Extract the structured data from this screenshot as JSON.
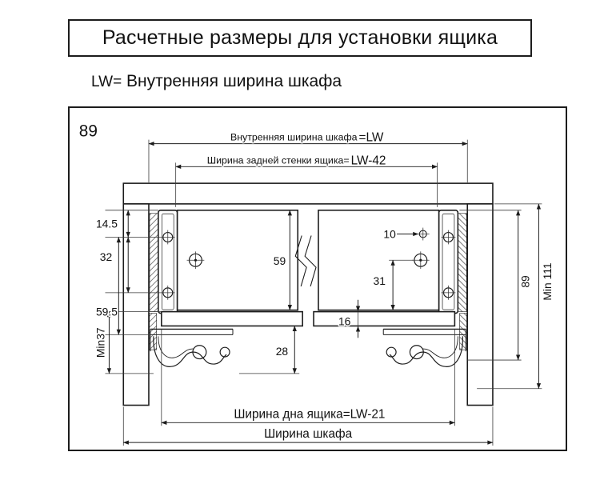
{
  "page": {
    "title": "Расчетные размеры для установки ящика",
    "subtitle_prefix": "LW=",
    "subtitle_text": "Внутренняя ширина шкафа"
  },
  "diagram": {
    "corner_label": "89",
    "dim_inner_width_label": "Внутренняя ширина шкафа",
    "dim_inner_width_value": "=LW",
    "dim_back_width_label": "Ширина задней стенки ящика=",
    "dim_back_width_value": "LW-42",
    "dim_14_5": "14.5",
    "dim_32": "32",
    "dim_59_5": "59.5",
    "dim_min37": "Min37",
    "dim_59": "59",
    "dim_28": "28",
    "dim_10": "10",
    "dim_31": "31",
    "dim_16": "16",
    "dim_89": "89",
    "dim_min111": "Min 111",
    "dim_bottom_width_label": "Ширина дна ящика",
    "dim_bottom_width_value": "=LW-21",
    "dim_cabinet_width_label": "Ширина шкафа"
  }
}
